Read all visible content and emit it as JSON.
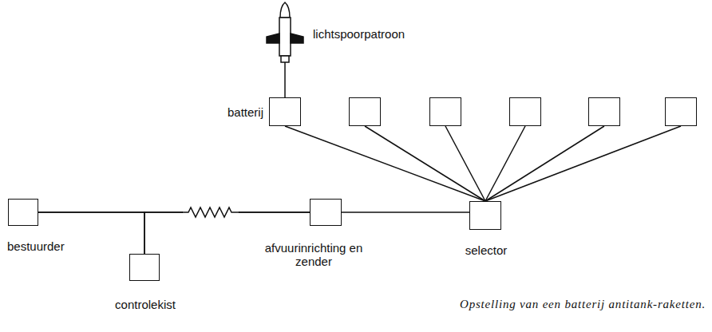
{
  "diagram": {
    "caption": "Opstelling van een batterij antitank-raketten.",
    "nodes": [
      {
        "text": [
          "batterij"
        ]
      },
      {
        "text": []
      },
      {
        "text": []
      },
      {
        "text": []
      },
      {
        "text": []
      },
      {
        "text": []
      },
      {
        "text": [
          "bestuurder"
        ]
      },
      {
        "text": [
          "afvuurinrichting en zender"
        ]
      },
      {
        "text": [
          "selector"
        ]
      },
      {
        "text": [
          "controlekist"
        ]
      }
    ],
    "edges": [
      {
        "from": 6,
        "to": 7,
        "arrow": "none"
      },
      {
        "from": 6,
        "to": 9,
        "arrow": "none"
      },
      {
        "from": 9,
        "to": 7,
        "arrow": "none"
      },
      {
        "from": 7,
        "to": 8,
        "arrow": "none"
      },
      {
        "from": 8,
        "to": 0,
        "arrow": "none"
      },
      {
        "from": 8,
        "to": 1,
        "arrow": "none"
      },
      {
        "from": 8,
        "to": 2,
        "arrow": "none"
      },
      {
        "from": 8,
        "to": 3,
        "arrow": "none"
      },
      {
        "from": 8,
        "to": 4,
        "arrow": "none"
      },
      {
        "from": 8,
        "to": 5,
        "arrow": "none"
      }
    ],
    "labels": [
      "lichtspoorpatroon"
    ]
  }
}
